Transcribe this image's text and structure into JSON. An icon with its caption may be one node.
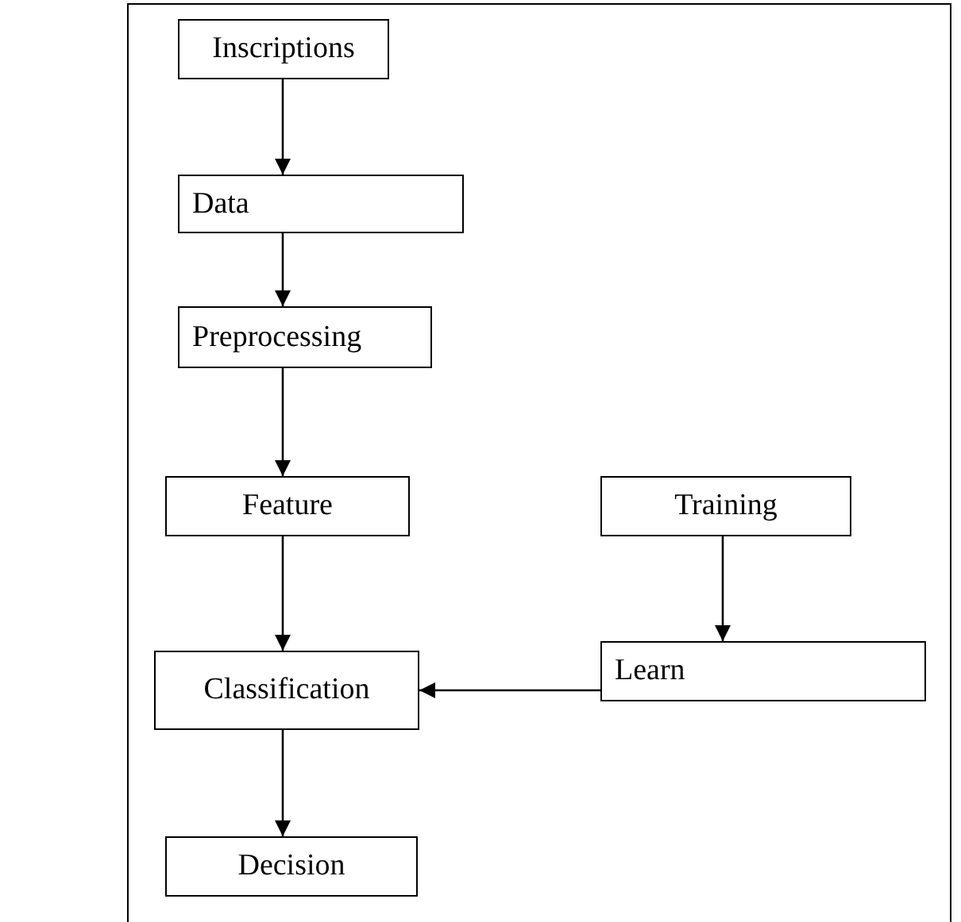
{
  "diagram": {
    "nodes": [
      {
        "text": [
          "Inscriptions"
        ]
      },
      {
        "text": [
          "Data"
        ]
      },
      {
        "text": [
          "Preprocessing"
        ]
      },
      {
        "text": [
          "Feature"
        ]
      },
      {
        "text": [
          "Training"
        ]
      },
      {
        "text": [
          "Learn"
        ]
      },
      {
        "text": [
          "Classification"
        ]
      },
      {
        "text": [
          "Decision"
        ]
      }
    ],
    "edges": [
      {
        "from": 0,
        "to": 1,
        "arrow": "to"
      },
      {
        "from": 1,
        "to": 2,
        "arrow": "to"
      },
      {
        "from": 2,
        "to": 3,
        "arrow": "to"
      },
      {
        "from": 3,
        "to": 6,
        "arrow": "to"
      },
      {
        "from": 4,
        "to": 5,
        "arrow": "to"
      },
      {
        "from": 5,
        "to": 6,
        "arrow": "to"
      },
      {
        "from": 6,
        "to": 7,
        "arrow": "to"
      }
    ]
  }
}
